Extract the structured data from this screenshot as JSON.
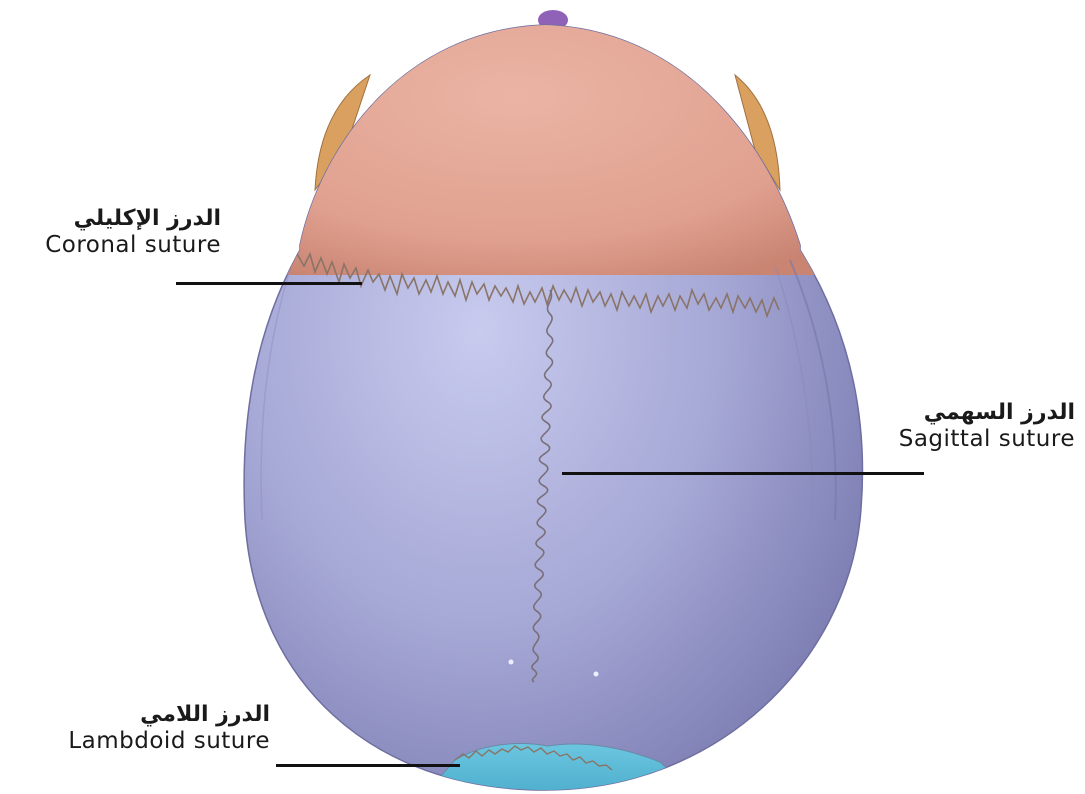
{
  "labels": {
    "coronal": {
      "arabic": "الدرز الإكليلي",
      "english": "Coronal suture"
    },
    "sagittal": {
      "arabic": "الدرز السهمي",
      "english": "Sagittal suture"
    },
    "lambdoid": {
      "arabic": "الدرز اللامي",
      "english": "Lambdoid suture"
    }
  },
  "colors": {
    "frontal_bone": "#e3a594",
    "parietal_bone": "#9b9ccb",
    "occipital_bone": "#5bbad6",
    "suture_line": "#8a7468",
    "side_tissue": "#d9a060",
    "top_bump": "#8f62b8",
    "leader_line": "#111111"
  }
}
